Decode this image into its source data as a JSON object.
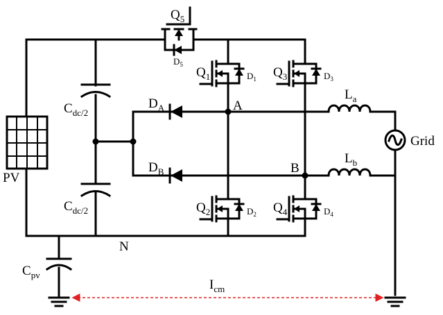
{
  "title": "Transformerless PV inverter with common-mode current path",
  "labels": {
    "pv": "PV",
    "grid": "Grid",
    "node_a": "A",
    "node_b": "B",
    "node_n": "N",
    "q1": {
      "main": "Q",
      "sub": "1"
    },
    "q2": {
      "main": "Q",
      "sub": "2"
    },
    "q3": {
      "main": "Q",
      "sub": "3"
    },
    "q4": {
      "main": "Q",
      "sub": "4"
    },
    "q5": {
      "main": "Q",
      "sub": "5"
    },
    "d1": {
      "main": "D",
      "sub": "1"
    },
    "d2": {
      "main": "D",
      "sub": "2"
    },
    "d3": {
      "main": "D",
      "sub": "3"
    },
    "d4": {
      "main": "D",
      "sub": "4"
    },
    "d5": {
      "main": "D",
      "sub": "5"
    },
    "da": {
      "main": "D",
      "sub": "A"
    },
    "db": {
      "main": "D",
      "sub": "B"
    },
    "la": {
      "main": "L",
      "sub": "a"
    },
    "lb": {
      "main": "L",
      "sub": "b"
    },
    "cdc_top": {
      "main": "C",
      "sub": "dc/2"
    },
    "cdc_bot": {
      "main": "C",
      "sub": "dc/2"
    },
    "cpv": {
      "main": "C",
      "sub": "pv"
    },
    "icm": {
      "main": "I",
      "sub": "cm"
    }
  },
  "colors": {
    "wire": "#000000",
    "common_mode_path": "#e02020"
  }
}
